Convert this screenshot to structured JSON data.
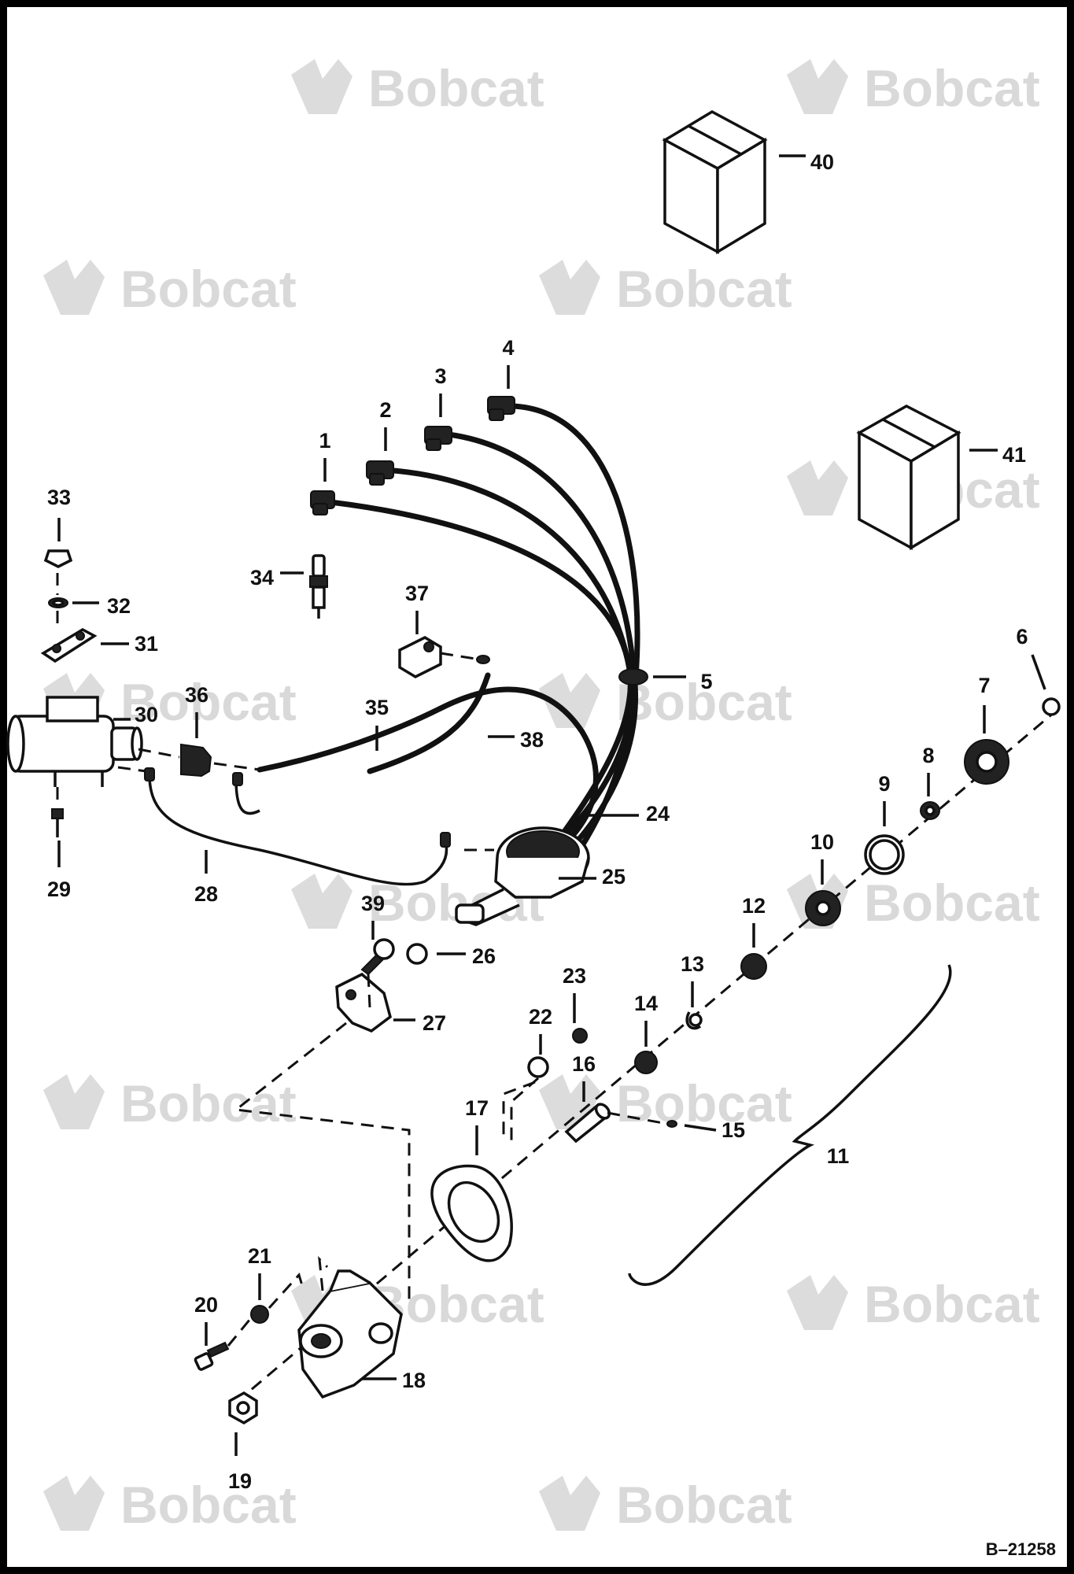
{
  "watermark": {
    "brand": "Bobcat",
    "mark": "."
  },
  "drawing_ref": "B–21258",
  "callouts": [
    {
      "id": "1",
      "label": "1"
    },
    {
      "id": "2",
      "label": "2"
    },
    {
      "id": "3",
      "label": "3"
    },
    {
      "id": "4",
      "label": "4"
    },
    {
      "id": "5",
      "label": "5"
    },
    {
      "id": "6",
      "label": "6"
    },
    {
      "id": "7",
      "label": "7"
    },
    {
      "id": "8",
      "label": "8"
    },
    {
      "id": "9",
      "label": "9"
    },
    {
      "id": "10",
      "label": "10"
    },
    {
      "id": "11",
      "label": "11"
    },
    {
      "id": "12",
      "label": "12"
    },
    {
      "id": "13",
      "label": "13"
    },
    {
      "id": "14",
      "label": "14"
    },
    {
      "id": "15",
      "label": "15"
    },
    {
      "id": "16",
      "label": "16"
    },
    {
      "id": "17",
      "label": "17"
    },
    {
      "id": "18",
      "label": "18"
    },
    {
      "id": "19",
      "label": "19"
    },
    {
      "id": "20",
      "label": "20"
    },
    {
      "id": "21",
      "label": "21"
    },
    {
      "id": "22",
      "label": "22"
    },
    {
      "id": "23",
      "label": "23"
    },
    {
      "id": "24",
      "label": "24"
    },
    {
      "id": "25",
      "label": "25"
    },
    {
      "id": "26",
      "label": "26"
    },
    {
      "id": "27",
      "label": "27"
    },
    {
      "id": "28",
      "label": "28"
    },
    {
      "id": "29",
      "label": "29"
    },
    {
      "id": "30",
      "label": "30"
    },
    {
      "id": "31",
      "label": "31"
    },
    {
      "id": "32",
      "label": "32"
    },
    {
      "id": "33",
      "label": "33"
    },
    {
      "id": "34",
      "label": "34"
    },
    {
      "id": "35",
      "label": "35"
    },
    {
      "id": "36",
      "label": "36"
    },
    {
      "id": "37",
      "label": "37"
    },
    {
      "id": "38",
      "label": "38"
    },
    {
      "id": "39",
      "label": "39"
    },
    {
      "id": "40",
      "label": "40"
    },
    {
      "id": "41",
      "label": "41"
    }
  ]
}
